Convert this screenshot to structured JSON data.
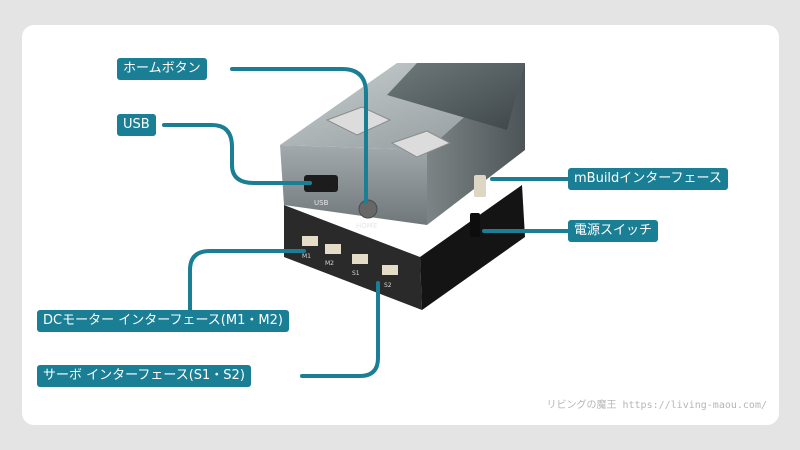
{
  "labels": {
    "home_button": "ホームボタン",
    "usb": "USB",
    "mbuild_interface": "mBuildインターフェース",
    "power_switch": "電源スイッチ",
    "dc_motor_interface": "DCモーター インターフェース(M1・M2)",
    "servo_interface": "サーボ インターフェース(S1・S2)"
  },
  "device_prints": {
    "usb": "USB",
    "home": "HOME",
    "m1": "M1",
    "m2": "M2",
    "s1": "S1",
    "s2": "S2"
  },
  "watermark": {
    "brand": "リビングの魔王",
    "url": "https://living-maou.com/"
  },
  "colors": {
    "accent": "#1a7f95",
    "background": "#e4e4e4",
    "card": "#ffffff"
  }
}
